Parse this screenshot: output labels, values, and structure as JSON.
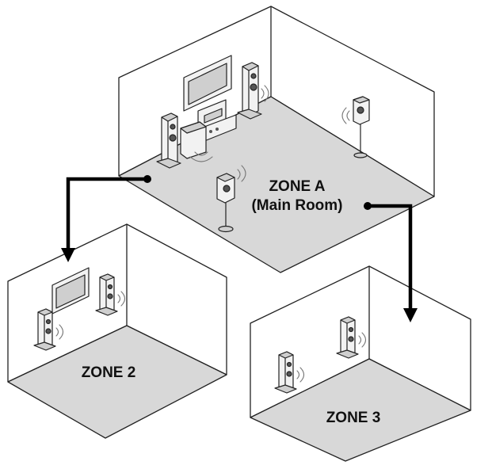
{
  "zones": {
    "main": {
      "title": "ZONE A",
      "subtitle": "(Main Room)"
    },
    "zone2": {
      "title": "ZONE 2"
    },
    "zone3": {
      "title": "ZONE 3"
    }
  }
}
